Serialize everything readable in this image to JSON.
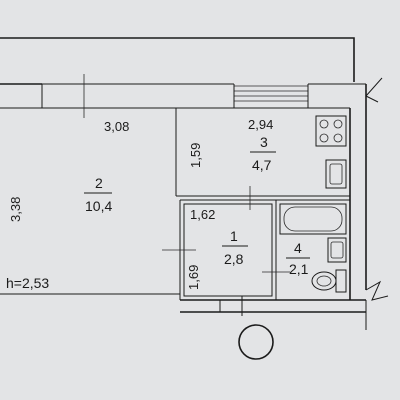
{
  "rooms": [
    {
      "number": "1",
      "area": "2,8"
    },
    {
      "number": "2",
      "area": "10,4"
    },
    {
      "number": "3",
      "area": "4,7"
    },
    {
      "number": "4",
      "area": "2,1"
    }
  ],
  "dimensions": {
    "d_308": "3,08",
    "d_294": "2,94",
    "d_159": "1,59",
    "d_338": "3,38",
    "d_162": "1,62",
    "d_169": "1,69"
  },
  "ceiling_height": "h=2,53",
  "icons": [
    "stove-icon",
    "kitchen-sink-icon",
    "bathtub-icon",
    "washbasin-icon",
    "toilet-icon",
    "hole-punch-circle"
  ]
}
